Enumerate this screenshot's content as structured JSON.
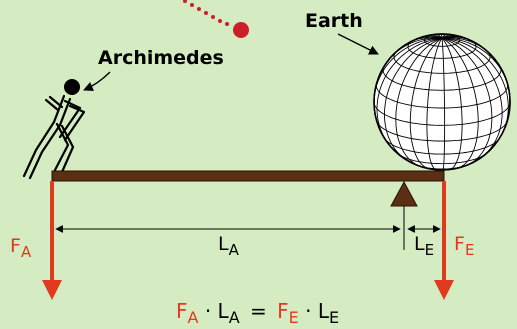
{
  "labels": {
    "archimedes": "Archimedes",
    "earth": "Earth",
    "force_a": "F",
    "force_a_sub": "A",
    "force_e": "F",
    "force_e_sub": "E",
    "length_a": "L",
    "length_a_sub": "A",
    "length_e": "L",
    "length_e_sub": "E"
  },
  "equation": {
    "lhs_force": "F",
    "lhs_force_sub": "A",
    "dot1": "·",
    "lhs_length": "L",
    "lhs_length_sub": "A",
    "equals": "=",
    "rhs_force": "F",
    "rhs_force_sub": "E",
    "dot2": "·",
    "rhs_length": "L",
    "rhs_length_sub": "E"
  },
  "colors": {
    "background": "#d5ecc2",
    "lever": "#5a2f14",
    "force": "#e03a1e",
    "planet": "#cc1f2a",
    "ink": "#000000"
  }
}
